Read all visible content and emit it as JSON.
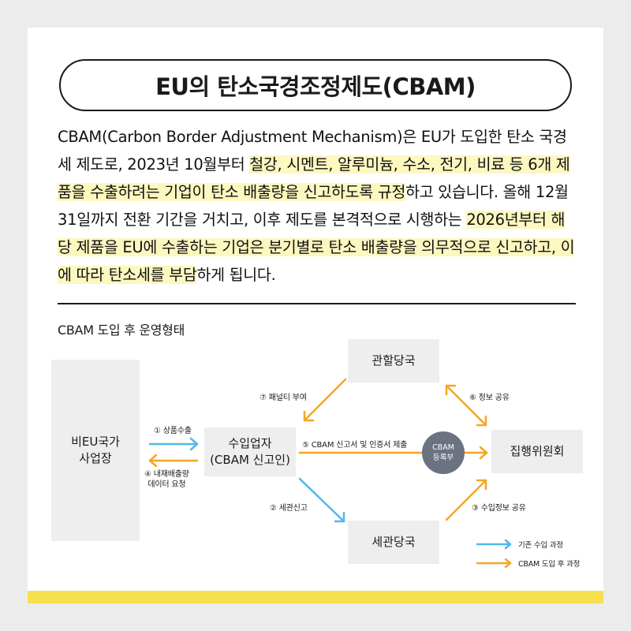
{
  "title": "EU의 탄소국경조정제도(CBAM)",
  "paragraph": [
    {
      "text": "CBAM(Carbon Border Adjustment Mechanism)은 EU가 도입한 탄소 국경세 제도로, 2023년 10월부터 ",
      "highlight": false
    },
    {
      "text": "철강, 시멘트, 알루미늄, 수소, 전기, 비료 등 6개 제품을 수출하려는 기업이 탄소 배출량을 신고하도록 규정",
      "highlight": true
    },
    {
      "text": "하고 있습니다. 올해 12월 31일까지 전환 기간을 거치고, 이후 제도를 본격적으로 시행하는 ",
      "highlight": false
    },
    {
      "text": "2026년부터 해당 제품을 EU에 수출하는 기업은 분기별로 탄소 배출량을 의무적으로 신고하고, 이에 따라 탄소세를 부담",
      "highlight": true
    },
    {
      "text": "하게 됩니다.",
      "highlight": false
    }
  ],
  "diagram": {
    "label": "CBAM 도입 후 운영형태",
    "boxes": {
      "non_eu": [
        "비EU국가",
        "사업장"
      ],
      "importer": [
        "수입업자",
        "(CBAM 신고인)"
      ],
      "authority": "관할당국",
      "customs": "세관당국",
      "commission": "집행위원회"
    },
    "registry": [
      "CBAM",
      "등록부"
    ],
    "steps": {
      "s1": "① 상품수출",
      "s2": "② 세관신고",
      "s3": "③ 수입정보 공유",
      "s4": [
        "④ 내재배출량",
        "데이터 요청"
      ],
      "s5": "⑤ CBAM 신고서 및 인증서 제출",
      "s6": "⑥ 정보 공유",
      "s7": "⑦ 패널티 부여"
    },
    "legend": {
      "existing": "기존 수입 과정",
      "cbam": "CBAM 도입 후 과정"
    },
    "colors": {
      "existing": "#4fb8ec",
      "cbam": "#f5a623",
      "highlight": "#fdf7c0",
      "accent_bar": "#f6e04d",
      "registry": "#6b7280"
    }
  }
}
